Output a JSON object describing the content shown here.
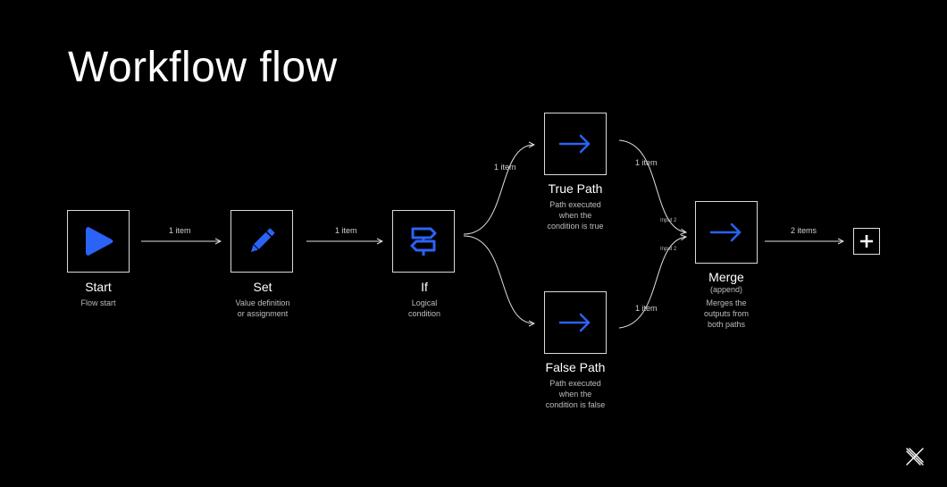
{
  "title": "Workflow flow",
  "colors": {
    "accent": "#2a63f6",
    "edge": "#e0e0e0",
    "background": "#000000"
  },
  "nodes": {
    "start": {
      "label": "Start",
      "sub": "Flow start",
      "icon": "play-icon"
    },
    "set": {
      "label": "Set",
      "sub": "Value definition\nor assignment",
      "icon": "pencil-icon"
    },
    "if": {
      "label": "If",
      "sub": "Logical\ncondition",
      "icon": "signpost-icon"
    },
    "true_path": {
      "label": "True Path",
      "sub": "Path executed\nwhen the\ncondition is true",
      "icon": "arrow-right-icon"
    },
    "false_path": {
      "label": "False Path",
      "sub": "Path executed\nwhen the\ncondition is false",
      "icon": "arrow-right-icon"
    },
    "merge": {
      "label": "Merge",
      "mode": "(append)",
      "sub": "Merges the\noutputs from\nboth paths",
      "icon": "arrow-right-icon"
    }
  },
  "edges": {
    "start_set": "1 item",
    "set_if": "1 item",
    "if_true": "1 item",
    "true_merge": "1 item",
    "false_merge": "1 item",
    "merge_out": "2 items"
  },
  "ports": {
    "merge_in_top": "Input 2",
    "merge_in_bottom": "Input 2"
  },
  "add_button_icon": "plus-icon",
  "logo_icon": "x-logo-icon"
}
